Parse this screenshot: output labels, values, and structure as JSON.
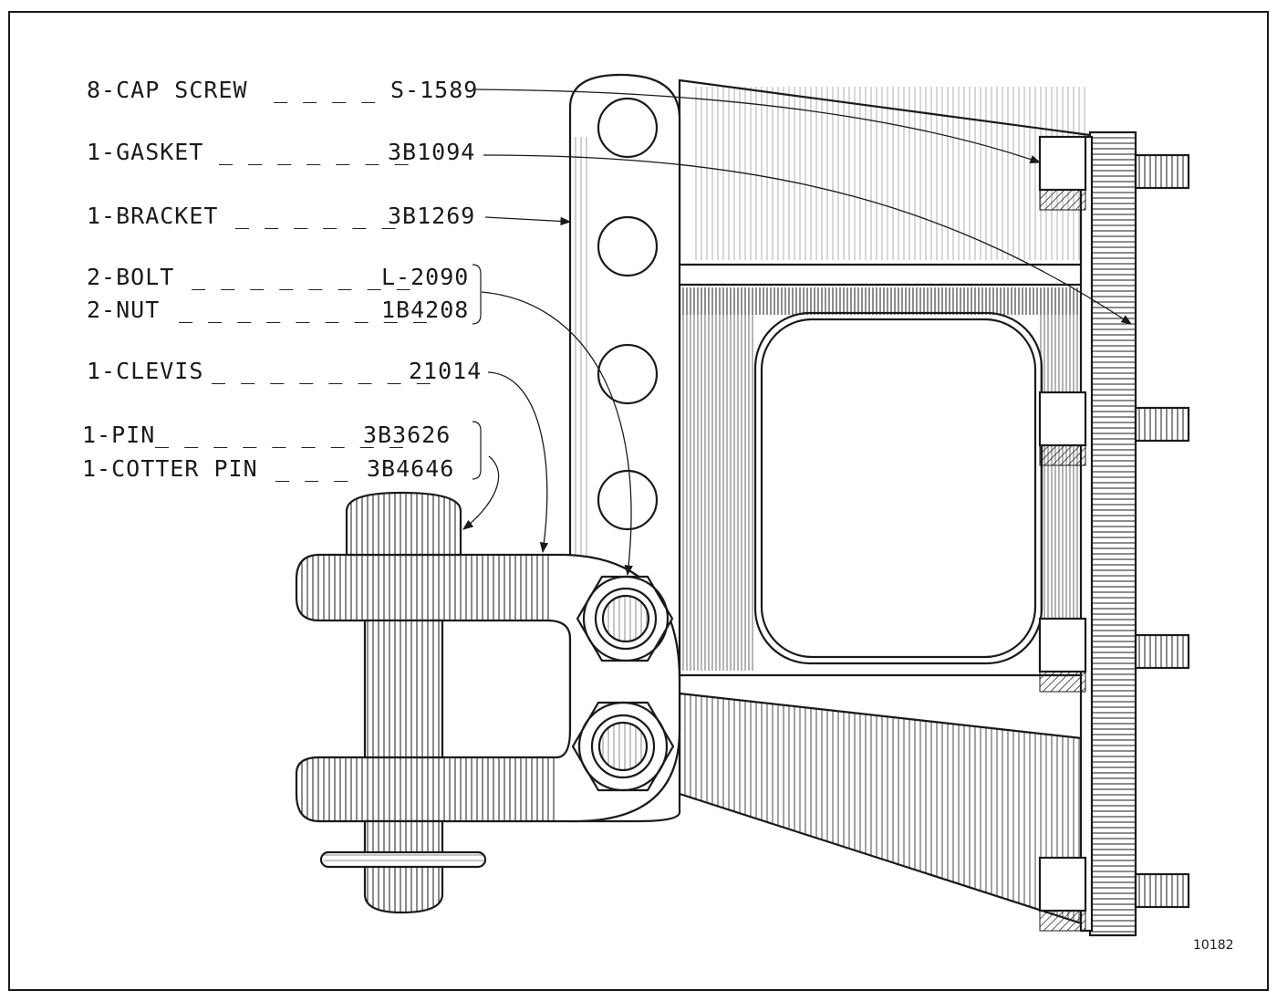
{
  "parts": [
    {
      "qty_name": "8-CAP SCREW",
      "part_no": "S-1589"
    },
    {
      "qty_name": "1-GASKET",
      "part_no": "3B1094"
    },
    {
      "qty_name": "1-BRACKET",
      "part_no": "3B1269"
    },
    {
      "qty_name": "2-BOLT",
      "part_no": "L-2090"
    },
    {
      "qty_name": "2-NUT",
      "part_no": "1B4208"
    },
    {
      "qty_name": "1-CLEVIS",
      "part_no": "21014"
    },
    {
      "qty_name": "1-PIN",
      "part_no": "3B3626"
    },
    {
      "qty_name": "1-COTTER PIN",
      "part_no": "3B4646"
    }
  ],
  "figure_number": "10182",
  "colors": {
    "ink": "#1a1a1a",
    "paper": "#ffffff"
  }
}
